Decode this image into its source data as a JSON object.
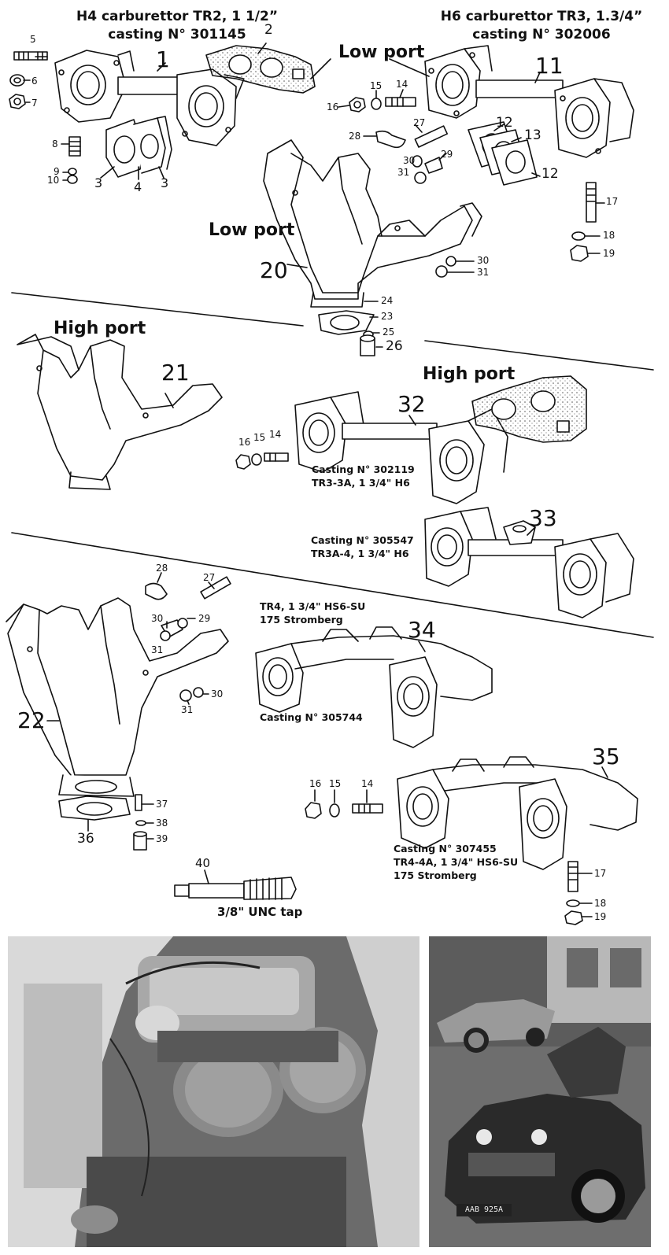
{
  "headers": {
    "left_line1": "H4 carburettor TR2, 1 1/2”",
    "left_line2": "casting N° 301145",
    "right_line1": "H6 carburettor TR3, 1.3/4”",
    "right_line2": "casting N° 302006"
  },
  "port_labels": {
    "low_port_top": "Low port",
    "low_port_mid": "Low port",
    "high_port_left": "High port",
    "high_port_right": "High port"
  },
  "captions": {
    "c302119_line1": "Casting N° 302119",
    "c302119_line2": "TR3-3A, 1 3/4\" H6",
    "c305547_line1": "Casting N° 305547",
    "c305547_line2": "TR3A-4, 1 3/4\" H6",
    "tr4_line1": "TR4, 1 3/4\" HS6-SU",
    "tr4_line2": "175 Stromberg",
    "c305744": "Casting N° 305744",
    "c307455_line1": "Casting N° 307455",
    "c307455_line2": "TR4-4A, 1 3/4\" HS6-SU",
    "c307455_line3": "175 Stromberg",
    "tap": "3/8\" UNC tap"
  },
  "callouts_big": {
    "n1": "1",
    "n2": "2",
    "n11": "11",
    "n20": "20",
    "n21": "21",
    "n22": "22",
    "n32": "32",
    "n33": "33",
    "n34": "34",
    "n35": "35"
  },
  "callouts_small": {
    "n3a": "3",
    "n3b": "3",
    "n4": "4",
    "n5": "5",
    "n6": "6",
    "n7": "7",
    "n8": "8",
    "n9": "9",
    "n10": "10",
    "n12a": "12",
    "n12b": "12",
    "n13": "13",
    "n14a": "14",
    "n14b": "14",
    "n14c": "14",
    "n15a": "15",
    "n15b": "15",
    "n15c": "15",
    "n16a": "16",
    "n16b": "16",
    "n16c": "16",
    "n17a": "17",
    "n17b": "17",
    "n18a": "18",
    "n18b": "18",
    "n19a": "19",
    "n19b": "19",
    "n23": "23",
    "n24": "24",
    "n25": "25",
    "n26": "26",
    "n27a": "27",
    "n27b": "27",
    "n28a": "28",
    "n28b": "28",
    "n29a": "29",
    "n29b": "29",
    "n30a": "30",
    "n30b": "30",
    "n30c": "30",
    "n30d": "30",
    "n31a": "31",
    "n31b": "31",
    "n31c": "31",
    "n31d": "31",
    "n36": "36",
    "n37": "37",
    "n38": "38",
    "n39": "39",
    "n40": "40"
  },
  "photos": {
    "left_plate": "AAB 925A"
  }
}
